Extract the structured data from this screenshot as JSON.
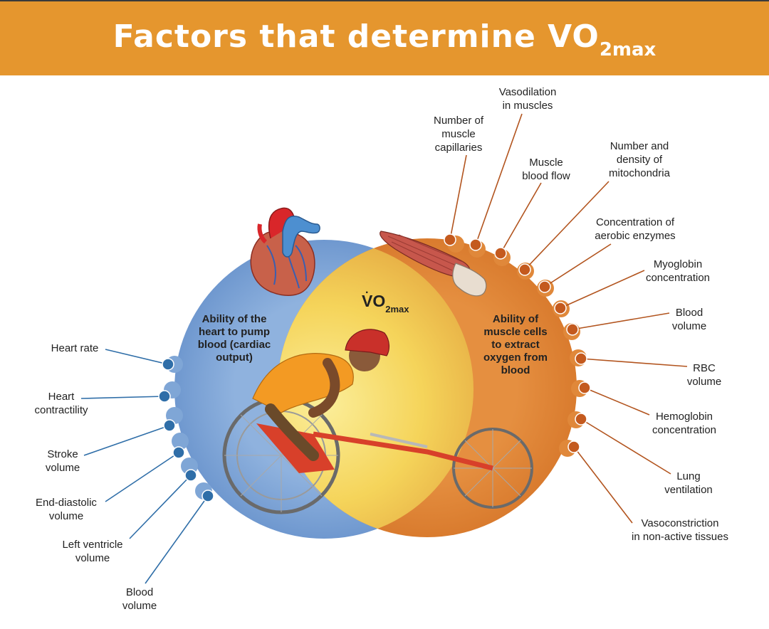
{
  "title": {
    "main": "Factors that determine VO",
    "sub": "2max"
  },
  "center": {
    "symbol": "VO",
    "sub": "2max",
    "dot": "·"
  },
  "heart_circle": {
    "label": "Ability of the\nheart to pump\nblood (cardiac\noutput)"
  },
  "muscle_circle": {
    "label": "Ability of\nmuscle cells\nto extract\noxygen from\nblood"
  },
  "left_factors": [
    "Heart rate",
    "Heart\ncontractility",
    "Stroke\nvolume",
    "End-diastolic\nvolume",
    "Left ventricle\nvolume",
    "Blood\nvolume"
  ],
  "right_factors": [
    "Number of\nmuscle\ncapillaries",
    "Vasodilation\nin muscles",
    "Muscle\nblood flow",
    "Number and\ndensity of\nmitochondria",
    "Concentration of\naerobic enzymes",
    "Myoglobin\nconcentration",
    "Blood\nvolume",
    "RBC\nvolume",
    "Hemoglobin\nconcentration",
    "Lung\nventilation",
    "Vasoconstriction\nin non-active tissues"
  ],
  "colors": {
    "header": "#e5962e",
    "heart_circle": "#7fa6d6",
    "muscle_circle": "#e0883a",
    "overlap": "#f5d45a",
    "left_dot": "#2f6ea8",
    "right_dot": "#c45a1e"
  }
}
